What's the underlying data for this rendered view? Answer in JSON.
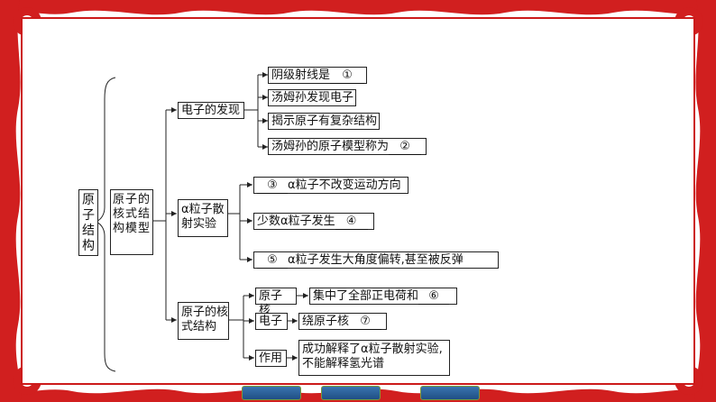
{
  "root": "原子结构",
  "model": "原子的核式结构模型",
  "branches": [
    {
      "title": "电子的发现",
      "items": [
        {
          "text": "阴级射线是",
          "blank": "①"
        },
        {
          "text": "汤姆孙发现电子",
          "blank": ""
        },
        {
          "text": "揭示原子有复杂结构",
          "blank": ""
        },
        {
          "text": "汤姆孙的原子模型称为",
          "blank": "②"
        }
      ]
    },
    {
      "title": "α粒子散射实验",
      "items": [
        {
          "blank": "③",
          "text": "α粒子不改变运动方向"
        },
        {
          "text": "少数α粒子发生",
          "blank": "④"
        },
        {
          "blank": "⑤",
          "text": "α粒子发生大角度偏转,甚至被反弹"
        }
      ]
    },
    {
      "title": "原子的核式结构",
      "items": [
        {
          "label": "原子核",
          "text": "集中了全部正电荷和",
          "blank": "⑥"
        },
        {
          "label": "电子",
          "text": "绕原子核",
          "blank": "⑦"
        },
        {
          "label": "作用",
          "text": "成功解释了α粒子散射实验,",
          "text2": "不能解释氢光谱"
        }
      ]
    }
  ],
  "colors": {
    "frame": "#cc1a1a",
    "nav": "#2a5f98"
  }
}
